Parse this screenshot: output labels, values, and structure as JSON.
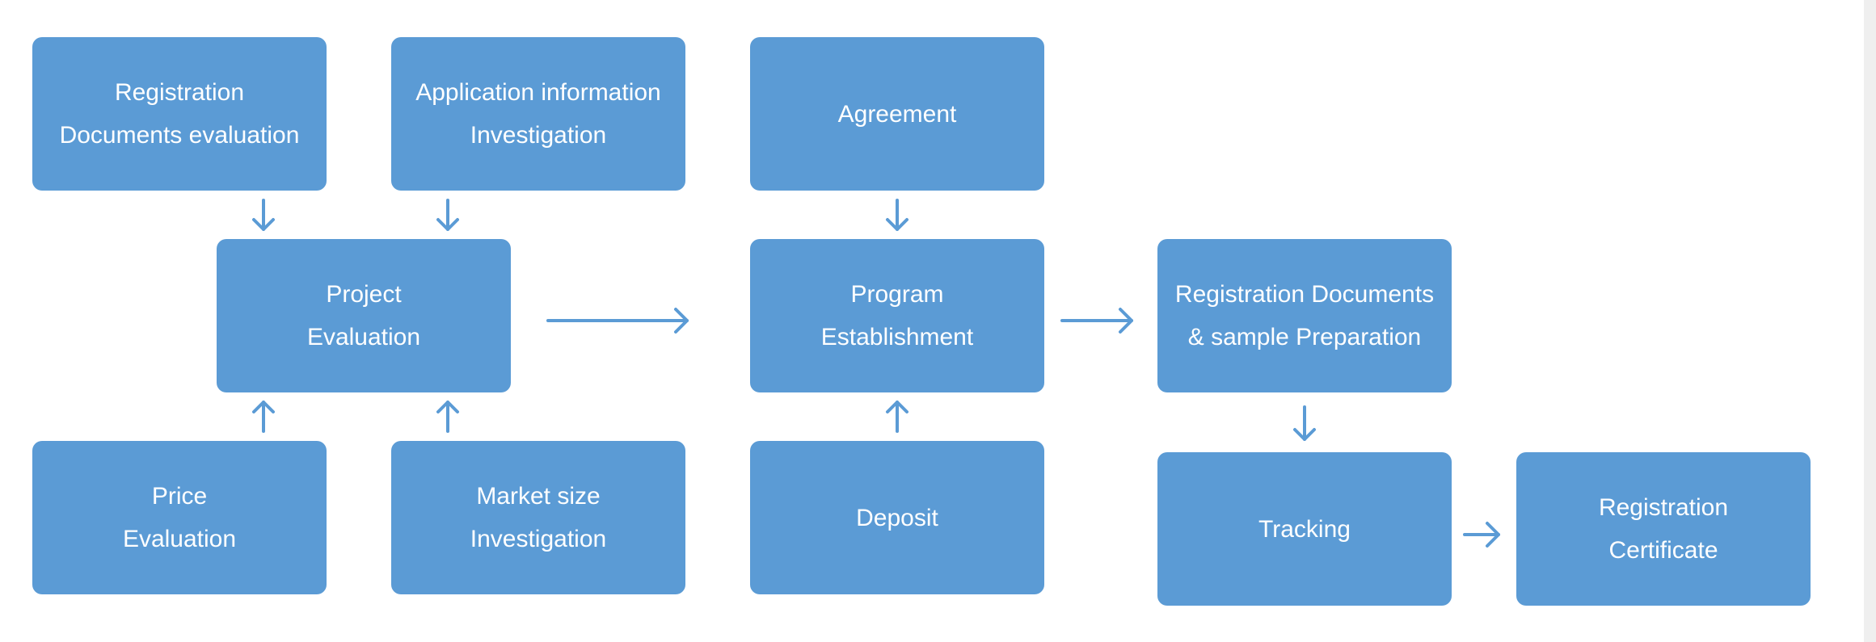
{
  "colors": {
    "box_fill": "#5b9bd5",
    "box_text": "#ffffff",
    "arrow": "#5b9bd5",
    "background": "#ffffff"
  },
  "boxes": {
    "registration_documents_evaluation": [
      "Registration",
      "Documents evaluation"
    ],
    "application_information_investigation": [
      "Application information",
      "Investigation"
    ],
    "agreement": [
      "Agreement"
    ],
    "project_evaluation": [
      "Project",
      "Evaluation"
    ],
    "program_establishment": [
      "Program",
      "Establishment"
    ],
    "registration_documents_sample_preparation": [
      "Registration Documents",
      "& sample Preparation"
    ],
    "price_evaluation": [
      "Price",
      "Evaluation"
    ],
    "market_size_investigation": [
      "Market size",
      "Investigation"
    ],
    "deposit": [
      "Deposit"
    ],
    "tracking": [
      "Tracking"
    ],
    "registration_certificate": [
      "Registration",
      "Certificate"
    ]
  }
}
